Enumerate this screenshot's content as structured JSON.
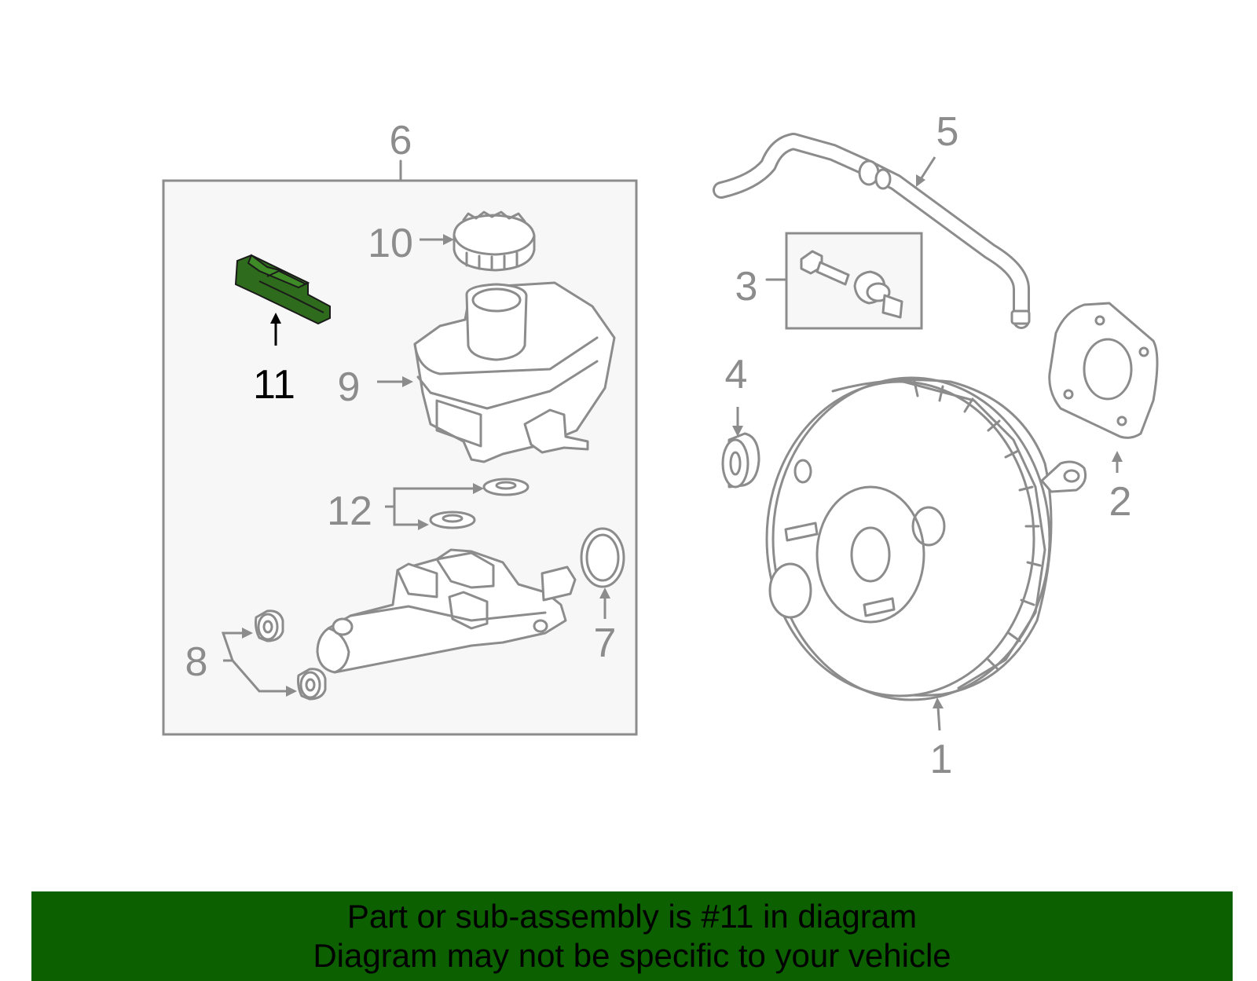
{
  "callouts": {
    "c1": "1",
    "c2": "2",
    "c3": "3",
    "c4": "4",
    "c5": "5",
    "c6": "6",
    "c7": "7",
    "c8": "8",
    "c9": "9",
    "c10": "10",
    "c11": "11",
    "c12": "12"
  },
  "highlighted_part": "11",
  "colors": {
    "highlight_part": "#2f6b1c",
    "banner_background": "#0c6000",
    "line_gray": "#8c8c8c"
  },
  "banner": {
    "line1": "Part or sub-assembly is #11 in diagram",
    "line2": "Diagram may not be specific to your vehicle"
  }
}
